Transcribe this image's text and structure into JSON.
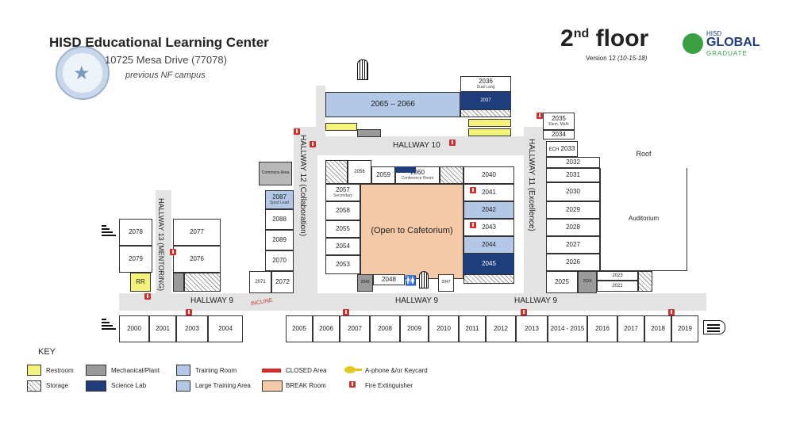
{
  "header": {
    "title": "HISD Educational Learning Center",
    "address": "10725 Mesa Drive (77078)",
    "subtitle": "previous NF campus",
    "floor_main": "2",
    "floor_sup": "nd",
    "floor_word": "floor",
    "version": "Version 12",
    "version_date": "(10-15-18)",
    "logo_line1": "HISD",
    "logo_line2": "GLOBAL",
    "logo_line3": "GRADUATE"
  },
  "hallways": {
    "h9_left": "HALLWAY 9",
    "h9_mid": "HALLWAY 9",
    "h9_right": "HALLWAY 9",
    "h10": "HALLWAY 10",
    "h11": "HALLWAY 11 (Excellence)",
    "h12": "HALLWAY 12 (Collaboration)",
    "h13": "HALLWAY 13 (MENTORING)",
    "incline": "INCLINE"
  },
  "rooms": {
    "r2036": "2036",
    "r2036_sub": "Dual Lang",
    "r2065": "2065 – 2066",
    "r2037": "2037",
    "r2035": "2035",
    "r2035_sub": "Elem. Math",
    "r2034": "2034",
    "r2033": "2033",
    "r2033_pre": "ECH",
    "r2032": "2032",
    "r2031": "2031",
    "r2030": "2030",
    "r2029": "2029",
    "r2028": "2028",
    "r2027": "2027",
    "r2026": "2026",
    "r2025": "2025",
    "r2024": "2024",
    "r2023": "2023",
    "r2021": "2021",
    "roof": "Roof",
    "auditorium": "Auditorium",
    "commons": "Commons Area",
    "r2087": "2087",
    "r2087_sub": "Sped Lead",
    "r2088": "2088",
    "r2089": "2089",
    "r2070": "2070",
    "r2071": "2071",
    "r2072": "2072",
    "r2056": "2056",
    "r2057": "2057",
    "r2057_sub": "Secondary",
    "r2058": "2058",
    "r2055": "2055",
    "r2054": "2054",
    "r2053": "2053",
    "r2059": "2059",
    "r2060": "2060",
    "r2060_sub": "Conference Room",
    "r2040": "2040",
    "r2041": "2041",
    "r2042": "2042",
    "r2043": "2043",
    "r2044": "2044",
    "r2045": "2045",
    "cafe": "(Open to Cafetorium)",
    "r2048": "2048",
    "r2049": "2049",
    "r2047": "2047",
    "r2078": "2078",
    "r2077": "2077",
    "r2079": "2079",
    "r2076": "2076",
    "rr": "RR",
    "r2000": "2000",
    "r2001": "2001",
    "r2003": "2003",
    "r2004": "2004",
    "r2005": "2005",
    "r2006": "2006",
    "r2007": "2007",
    "r2008": "2008",
    "r2009": "2009",
    "r2010": "2010",
    "r2011": "2011",
    "r2012": "2012",
    "r2013": "2013",
    "r2014": "2014 - 2015",
    "r2016": "2016",
    "r2017": "2017",
    "r2018": "2018",
    "r2019": "2019"
  },
  "key": {
    "title": "KEY",
    "restroom": "Restroom",
    "mechanical": "Mechanical/Plant",
    "training": "Training Room",
    "closed": "CLOSED Area",
    "aphone": "A-phone &/or Keycard",
    "storage": "Storage",
    "science": "Science Lab",
    "large_training": "Large Training Area",
    "break": "BREAK Room",
    "fire": "Fire Extinguisher"
  },
  "colors": {
    "science": "#1f3d7a",
    "training": "#b3c7e6",
    "break": "#f4c9a8",
    "restroom": "#f3f27a",
    "mechanical": "#9a9a9a",
    "closed": "#d62c2c",
    "accent_green": "#3aa142"
  },
  "icons": [
    "fire-extinguisher-icon",
    "stairs-icon",
    "exit-icon",
    "elevator-icon",
    "restroom-icon",
    "key-icon",
    "seal-logo",
    "global-graduate-logo"
  ]
}
